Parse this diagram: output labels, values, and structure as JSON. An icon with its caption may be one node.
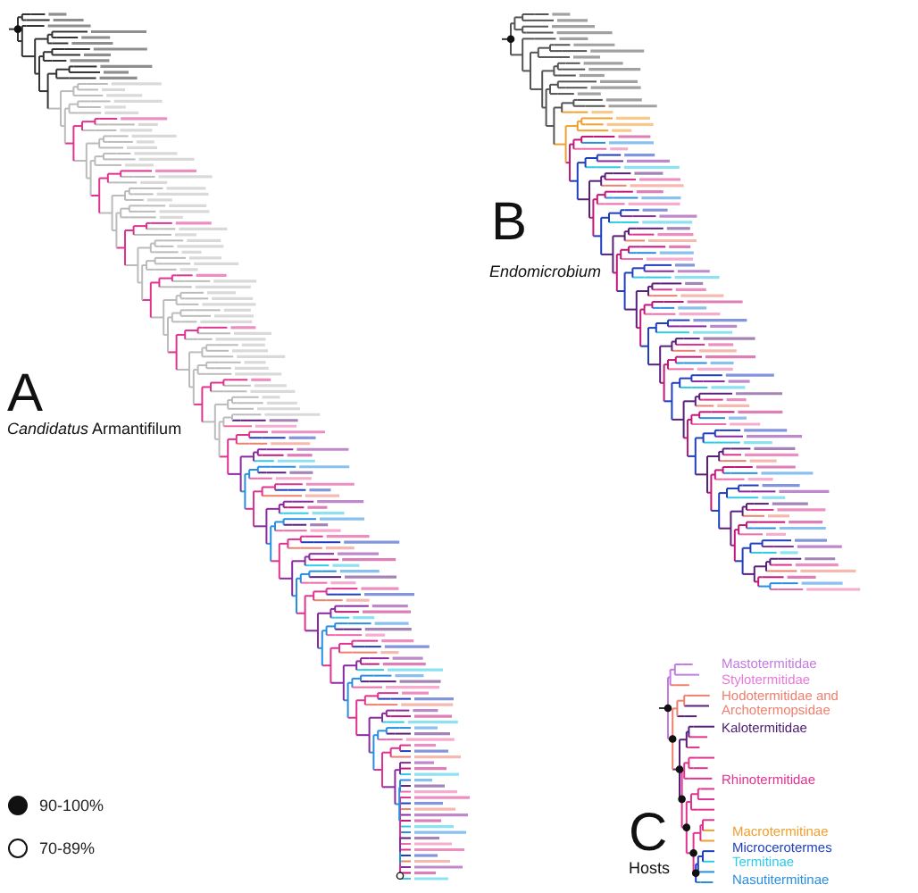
{
  "diagram": {
    "labels": [
      "B",
      "Endomicrobium",
      "A",
      "*Candidatus* Armantifilum",
      "Mastotermitidae",
      "Stylotermitidae",
      "Hodotermitidae and Archotermopsidae",
      "Kalotermitidae",
      "Rhinotermitidae",
      "C",
      "Hosts",
      "Macrotermitinae",
      "Microcerotermes",
      "Termitinae",
      "Nasutitermitinae"
    ],
    "legend": [
      {
        "text": "90-100%"
      },
      {
        "text": "70-89%"
      }
    ]
  }
}
